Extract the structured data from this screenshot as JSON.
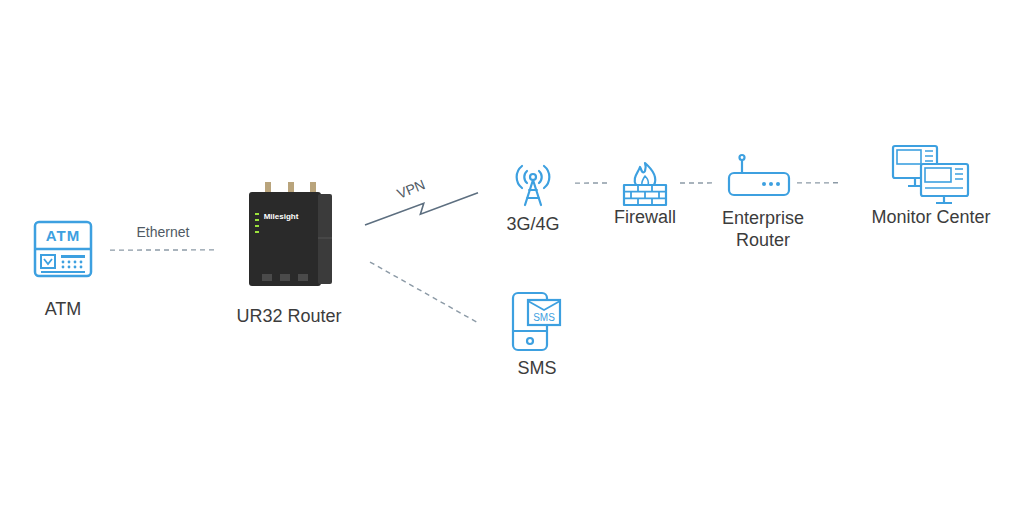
{
  "diagram": {
    "nodes": [
      {
        "text": [
          "ATM"
        ]
      },
      {
        "text": [
          "UR32 Router"
        ]
      },
      {
        "text": [
          "3G/4G"
        ]
      },
      {
        "text": [
          "Firewall"
        ]
      },
      {
        "text": [
          "Enterprise Router"
        ]
      },
      {
        "text": [
          "Monitor Center"
        ]
      },
      {
        "text": [
          "SMS"
        ]
      }
    ],
    "edges": [
      {
        "from": 0,
        "to": 1,
        "arrow": "none",
        "label": "Ethernet"
      },
      {
        "from": 1,
        "to": 2,
        "arrow": "none",
        "label": "VPN"
      },
      {
        "from": 1,
        "to": 6,
        "arrow": "none"
      },
      {
        "from": 2,
        "to": 3,
        "arrow": "none"
      },
      {
        "from": 3,
        "to": 4,
        "arrow": "none"
      },
      {
        "from": 4,
        "to": 5,
        "arrow": "none"
      }
    ],
    "labels": [
      "ATM",
      "Milesight",
      "SMS"
    ]
  }
}
